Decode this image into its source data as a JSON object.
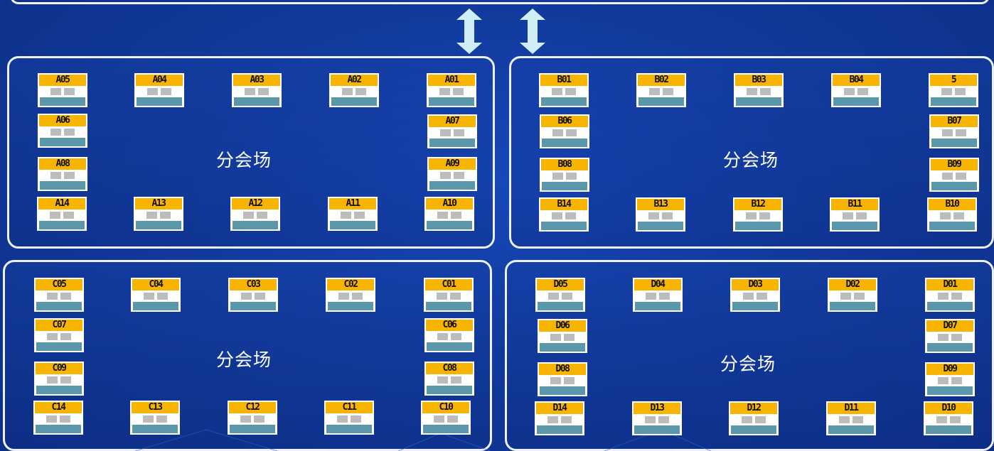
{
  "halls": [
    {
      "id": "A",
      "label": "分会场",
      "tables": {
        "top": [
          "A05",
          "A04",
          "A03",
          "A02",
          "A01"
        ],
        "left": [
          "A06",
          "A08"
        ],
        "right": [
          "A07",
          "A09"
        ],
        "bottom": [
          "A14",
          "A13",
          "A12",
          "A11",
          "A10"
        ]
      }
    },
    {
      "id": "B",
      "label": "分会场",
      "tables": {
        "top": [
          "B01",
          "B02",
          "B03",
          "B04",
          "5"
        ],
        "left": [
          "B06",
          "B08"
        ],
        "right": [
          "B07",
          "B09"
        ],
        "bottom": [
          "B14",
          "B13",
          "B12",
          "B11",
          "B10"
        ]
      }
    },
    {
      "id": "C",
      "label": "分会场",
      "tables": {
        "top": [
          "C05",
          "C04",
          "C03",
          "C02",
          "C01"
        ],
        "left": [
          "C07",
          "C09"
        ],
        "right": [
          "C06",
          "C08"
        ],
        "bottom": [
          "C14",
          "C13",
          "C12",
          "C11",
          "C10"
        ]
      }
    },
    {
      "id": "D",
      "label": "分会场",
      "tables": {
        "top": [
          "D05",
          "D04",
          "D03",
          "D02",
          "D01"
        ],
        "left": [
          "D06",
          "D08"
        ],
        "right": [
          "D07",
          "D09"
        ],
        "bottom": [
          "D14",
          "D13",
          "D12",
          "D11",
          "D10"
        ]
      }
    }
  ],
  "colors": {
    "table_label": "#f7b400",
    "desk": "#5b97aa",
    "seat": "#bcbcbc",
    "border": "#eef1fb",
    "arrow": "#cfeef8"
  },
  "icons": [
    "double-arrow-icon",
    "double-arrow-icon"
  ]
}
